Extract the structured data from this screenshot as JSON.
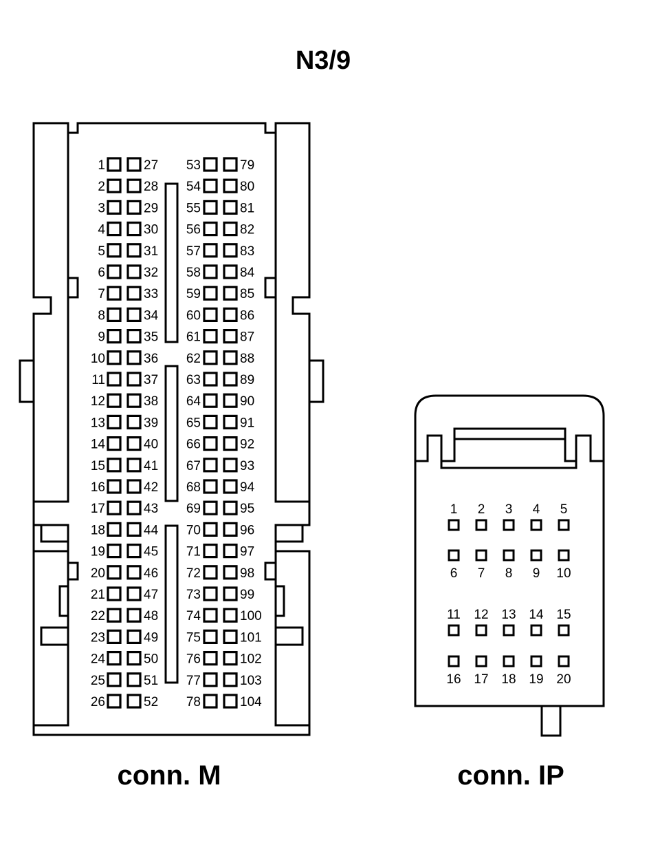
{
  "title": "N3/9",
  "connector_m": {
    "caption": "conn. M",
    "rows": [
      [
        "1",
        "27",
        "53",
        "79"
      ],
      [
        "2",
        "28",
        "54",
        "80"
      ],
      [
        "3",
        "29",
        "55",
        "81"
      ],
      [
        "4",
        "30",
        "56",
        "82"
      ],
      [
        "5",
        "31",
        "57",
        "83"
      ],
      [
        "6",
        "32",
        "58",
        "84"
      ],
      [
        "7",
        "33",
        "59",
        "85"
      ],
      [
        "8",
        "34",
        "60",
        "86"
      ],
      [
        "9",
        "35",
        "61",
        "87"
      ],
      [
        "10",
        "36",
        "62",
        "88"
      ],
      [
        "11",
        "37",
        "63",
        "89"
      ],
      [
        "12",
        "38",
        "64",
        "90"
      ],
      [
        "13",
        "39",
        "65",
        "91"
      ],
      [
        "14",
        "40",
        "66",
        "92"
      ],
      [
        "15",
        "41",
        "67",
        "93"
      ],
      [
        "16",
        "42",
        "68",
        "94"
      ],
      [
        "17",
        "43",
        "69",
        "95"
      ],
      [
        "18",
        "44",
        "70",
        "96"
      ],
      [
        "19",
        "45",
        "71",
        "97"
      ],
      [
        "20",
        "46",
        "72",
        "98"
      ],
      [
        "21",
        "47",
        "73",
        "99"
      ],
      [
        "22",
        "48",
        "74",
        "100"
      ],
      [
        "23",
        "49",
        "75",
        "101"
      ],
      [
        "24",
        "50",
        "76",
        "102"
      ],
      [
        "25",
        "51",
        "77",
        "103"
      ],
      [
        "26",
        "52",
        "78",
        "104"
      ]
    ]
  },
  "connector_ip": {
    "caption": "conn. IP",
    "row1": [
      "1",
      "2",
      "3",
      "4",
      "5"
    ],
    "row2": [
      "6",
      "7",
      "8",
      "9",
      "10"
    ],
    "row3": [
      "11",
      "12",
      "13",
      "14",
      "15"
    ],
    "row4": [
      "16",
      "17",
      "18",
      "19",
      "20"
    ]
  }
}
